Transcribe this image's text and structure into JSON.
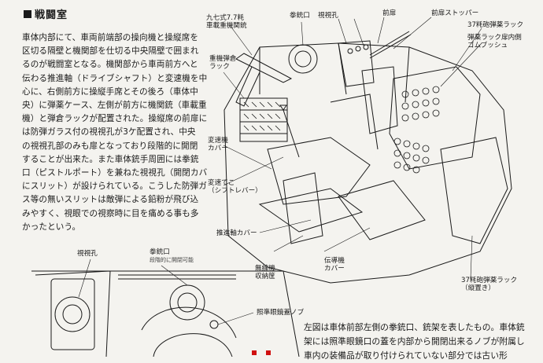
{
  "section": {
    "title": "戦闘室"
  },
  "body_lines": [
    "車体内部にて、車両前端部の操向機と操縦席を",
    "区切る隔壁と機関部を仕切る中央隔壁で囲まれ",
    "るのが戦闘室となる。機関部から車両前方へと",
    "伝わる推進軸（ドライブシャフト）と変速機を中",
    "心に、右側前方に操縦手席とその後ろ（車体中",
    "央）に弾薬ケース、左側が前方に機関銃（車載重",
    "機）と弾倉ラックが配置された。操縦席の前扉に",
    "は防弾ガラス付の視視孔が3ケ配置され、中央",
    "の視視孔部のみも扉となっており段階的に開閉",
    "することが出来た。また車体銃手周囲には拳銃",
    "口（ピストルポート）を兼ねた視視孔（開閉カバー",
    "にスリット）が設けられている。こうした防弾ガラ",
    "ス等の無いスリットは敵弾による鉛粉が飛び込",
    "みやすく、視眼での視察時に目を痛める事も多",
    "かったという。"
  ],
  "labels": {
    "mg": "九七式7.7粍",
    "mg2": "車載重機関銃",
    "pistol_port": "拳銃口",
    "vision_hole": "視視孔",
    "front_door": "前扉",
    "door_stopper": "前扉ストッパー",
    "rack37": "37粍砲弾薬ラック",
    "rack_door": "弾薬ラック扉内側",
    "rubber_bush": "ゴムブッシュ",
    "mg_mag_rack": "重機弾倉",
    "mg_mag_rack2": "ラック",
    "gearbox_cover": "変速機",
    "gearbox_cover2": "カバー",
    "shift_lever": "変速てこ",
    "shift_lever2": "（シフトレバー）",
    "driveshaft_cover": "推進軸カバー",
    "radio_storage": "無線機",
    "radio_storage2": "収納筐",
    "transmission_cover": "伝導機",
    "transmission_cover2": "カバー",
    "rack37_vertical": "37粍砲弾薬ラック",
    "rack37_vertical2": "（縦置き）",
    "detail_vision_hole": "視視孔",
    "detail_pistol_port": "拳銃口",
    "detail_pistol_port_note": "段階的に開閉可能",
    "sight_cover_knob": "照準眼鏡蓋ノブ"
  },
  "caption_lines": [
    "左図は車体前部左側の拳銃口、銃架を表したもの。車体銃",
    "架には照準眼鏡口の蓋を内部から開閉出来るノブが附属し",
    "車内の装備品が取り付けられていない部分では古い形"
  ]
}
